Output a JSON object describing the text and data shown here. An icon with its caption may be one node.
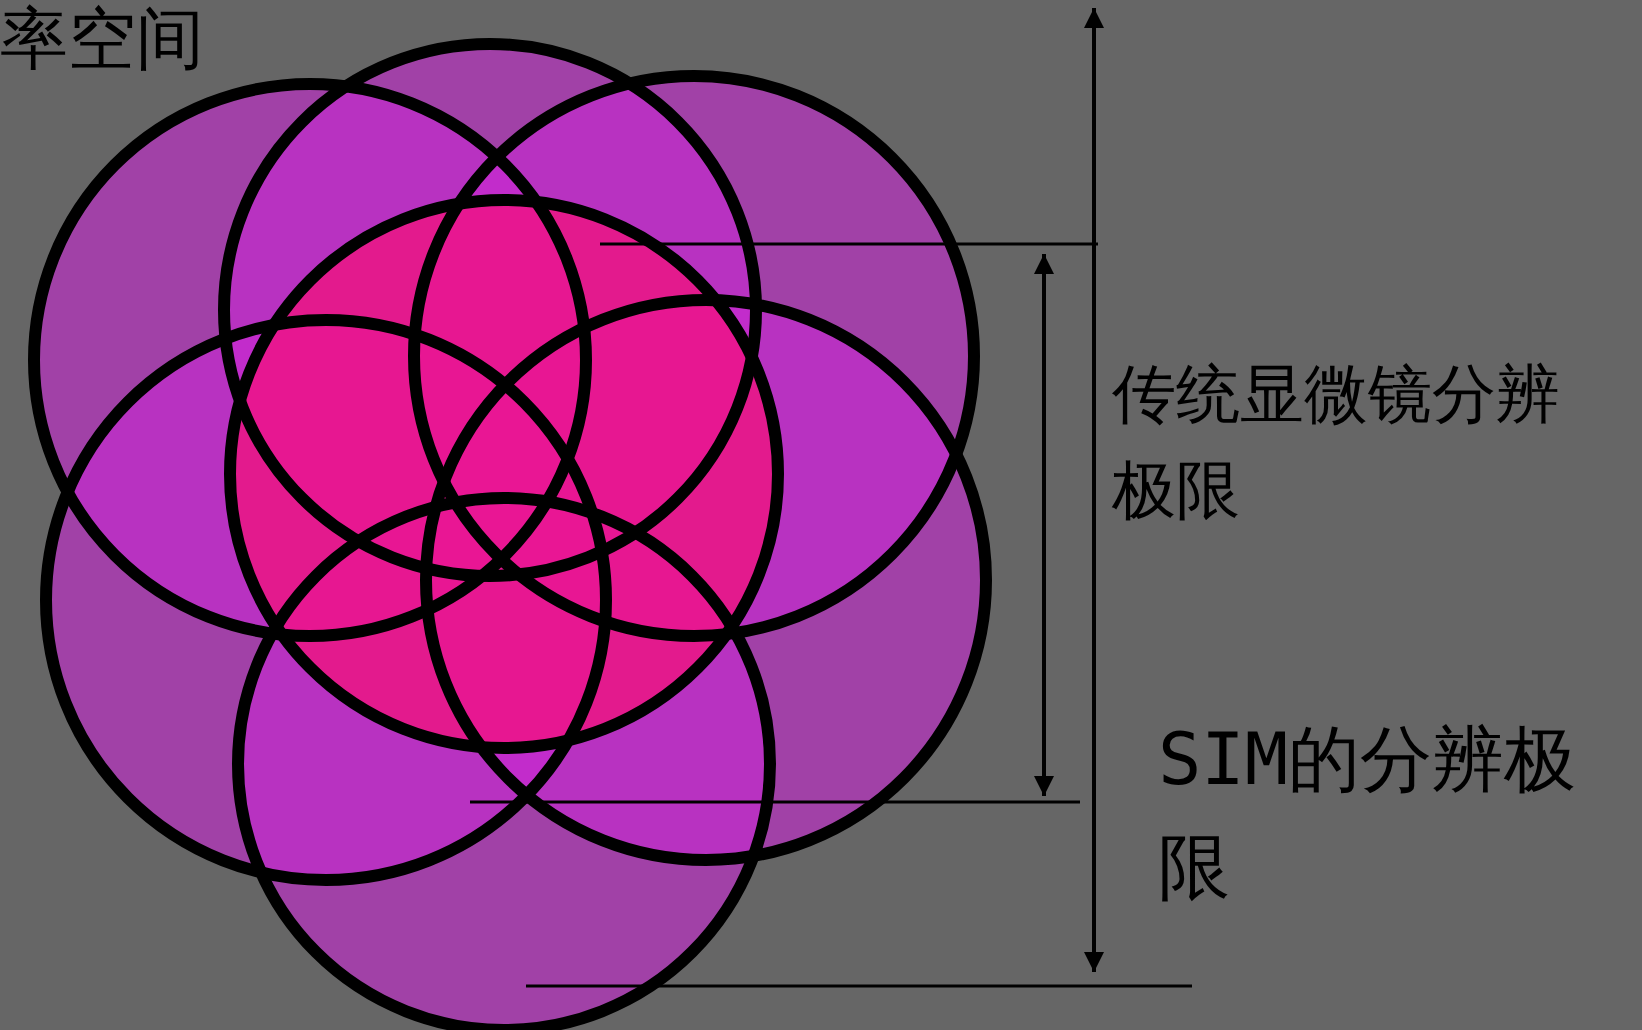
{
  "diagram": {
    "labels": [
      "率空间",
      "传统显微镜分辨极限",
      "SIM的分辨极限"
    ]
  }
}
